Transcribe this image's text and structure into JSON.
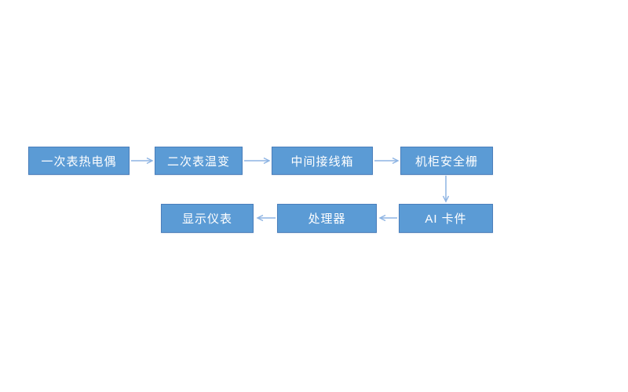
{
  "diagram": {
    "nodes": [
      {
        "id": "primary-thermocouple",
        "label": "一次表热电偶"
      },
      {
        "id": "secondary-temp-transmitter",
        "label": "二次表温变"
      },
      {
        "id": "intermediate-junction-box",
        "label": "中间接线箱"
      },
      {
        "id": "cabinet-safety-barrier",
        "label": "机柜安全栅"
      },
      {
        "id": "ai-card",
        "label": "AI 卡件"
      },
      {
        "id": "processor",
        "label": "处理器"
      },
      {
        "id": "display-instrument",
        "label": "显示仪表"
      }
    ],
    "edges": [
      {
        "from": "primary-thermocouple",
        "to": "secondary-temp-transmitter",
        "direction": "right"
      },
      {
        "from": "secondary-temp-transmitter",
        "to": "intermediate-junction-box",
        "direction": "right"
      },
      {
        "from": "intermediate-junction-box",
        "to": "cabinet-safety-barrier",
        "direction": "right"
      },
      {
        "from": "cabinet-safety-barrier",
        "to": "ai-card",
        "direction": "down"
      },
      {
        "from": "ai-card",
        "to": "processor",
        "direction": "left"
      },
      {
        "from": "processor",
        "to": "display-instrument",
        "direction": "left"
      }
    ]
  },
  "colors": {
    "box_fill": "#5b9bd5",
    "box_border": "#4a7ebb",
    "box_text": "#ffffff",
    "arrow_color": "#8eb4e3",
    "canvas_bg": "#ffffff"
  }
}
